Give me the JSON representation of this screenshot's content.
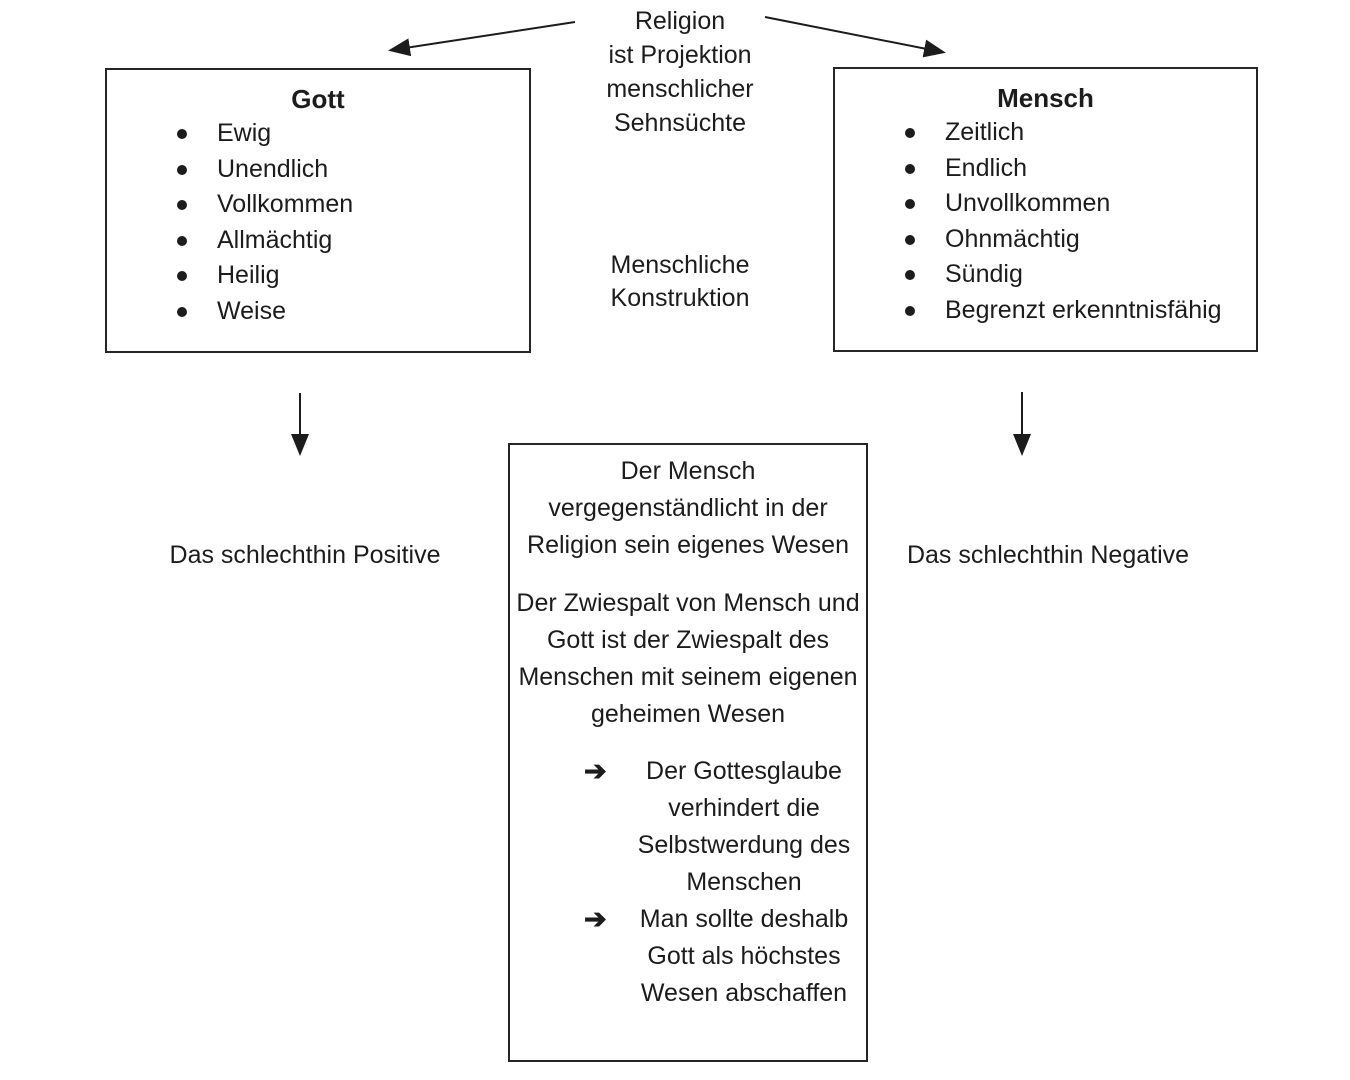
{
  "diagram": {
    "top_label": {
      "lines": [
        "Religion",
        "ist Projektion",
        "menschlicher",
        "Sehnsüchte"
      ]
    },
    "mid_label": {
      "lines": [
        "Menschliche",
        "Konstruktion"
      ]
    },
    "gott_box": {
      "title": "Gott",
      "items": [
        "Ewig",
        "Unendlich",
        "Vollkommen",
        "Allmächtig",
        "Heilig",
        "Weise"
      ]
    },
    "mensch_box": {
      "title": "Mensch",
      "items": [
        "Zeitlich",
        "Endlich",
        "Unvollkommen",
        "Ohnmächtig",
        "Sündig",
        "Begrenzt erkenntnisfähig"
      ]
    },
    "left_caption": "Das schlechthin Positive",
    "right_caption": "Das schlechthin Negative",
    "bottom_box": {
      "paragraphs": [
        "Der Mensch vergegenständlicht in der Religion sein eigenes Wesen",
        "Der Zwiespalt von Mensch und Gott ist der Zwiespalt des Menschen mit seinem eigenen geheimen Wesen"
      ],
      "arrow_glyph": "➔",
      "conclusions": [
        "Der Gottesglaube verhindert die Selbstwerdung des Menschen",
        "Man sollte deshalb Gott als höchstes Wesen abschaffen"
      ]
    },
    "colors": {
      "ink": "#1c1c1c",
      "background": "#ffffff"
    }
  }
}
